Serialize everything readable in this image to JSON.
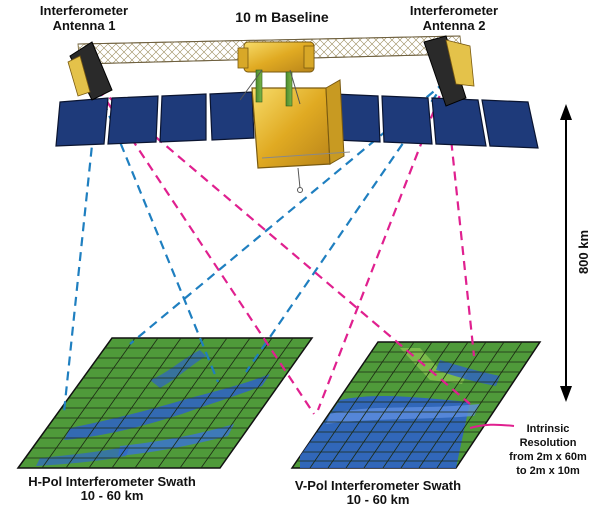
{
  "labels": {
    "antenna1_line1": "Interferometer",
    "antenna1_line2": "Antenna 1",
    "baseline": "10 m Baseline",
    "antenna2_line1": "Interferometer",
    "antenna2_line2": "Antenna 2",
    "altitude": "800 km",
    "hpol_line1": "H-Pol Interferometer Swath",
    "hpol_line2": "10 - 60 km",
    "vpol_line1": "V-Pol Interferometer Swath",
    "vpol_line2": "10 - 60 km",
    "resolution_line1": "Intrinsic",
    "resolution_line2": "Resolution",
    "resolution_line3": "from 2m x 60m",
    "resolution_line4": "to 2m x 10m"
  },
  "colors": {
    "hpol_beam": "#1f7fc0",
    "vpol_beam": "#e0208f",
    "solar_panel": "#1e3a7a",
    "bus_gold": "#e8b830",
    "swath_green": "#4f9a3a",
    "swath_blue": "#2e62c8"
  },
  "icons": {
    "antenna": "antenna-panel-icon",
    "satellite": "satellite-bus-icon",
    "altitude": "double-arrow-icon"
  }
}
